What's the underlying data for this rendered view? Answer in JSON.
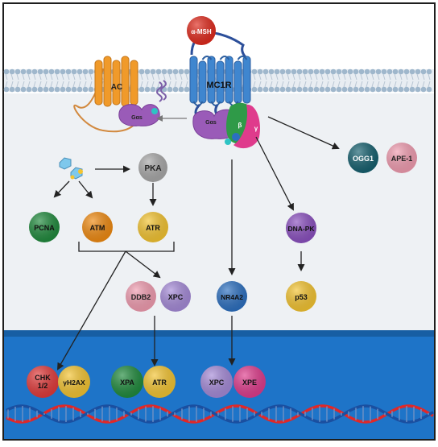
{
  "ligand": "α-MSH",
  "receptors": {
    "ac": "AC",
    "mc1r": "MC1R"
  },
  "g_protein": {
    "g_alpha_s": "Gαs",
    "g_alpha_s_active": "Gαs",
    "beta": "β",
    "gamma": "γ"
  },
  "kinases": {
    "pka": "PKA",
    "atm": "ATM",
    "atr": "ATR",
    "dna_pk": "DNA-PK"
  },
  "cytoplasm_nodes": {
    "pcna": "PCNA",
    "ogg1": "OGG1",
    "ape1": "APE-1",
    "ddb2": "DDB2",
    "xpc": "XPC",
    "nr4a2": "NR4A2",
    "p53": "p53"
  },
  "nuclear_nodes": {
    "chk_line1": "CHK",
    "chk_line2": "1/2",
    "gamma_h2ax": "γH2AX",
    "xpa": "XPA",
    "atr_nuclear": "ATR",
    "xpc_nuclear": "XPC",
    "xpe": "XPE"
  },
  "colors": {
    "membrane_head": "#9fb7cc",
    "cytoplasm": "#eef1f4",
    "nucleus": "#1e74c8",
    "ligand": "#e0291c",
    "ac": "#f09a2a",
    "mc1r": "#3f86cf",
    "g_alpha": "#9a5bb8",
    "beta": "#2f9a48",
    "gamma": "#df3b8c",
    "pka": "#a8a8a8",
    "orange": "#f08a10",
    "yellow": "#f4c430",
    "green": "#1f8a3c",
    "purple": "#8a4fbf",
    "pink": "#f19cb0",
    "red": "#e23a3a",
    "teal": "#145f6e",
    "lavender": "#a58ad8",
    "dna_red": "#e02828",
    "dna_blue": "#1a4fa0"
  }
}
